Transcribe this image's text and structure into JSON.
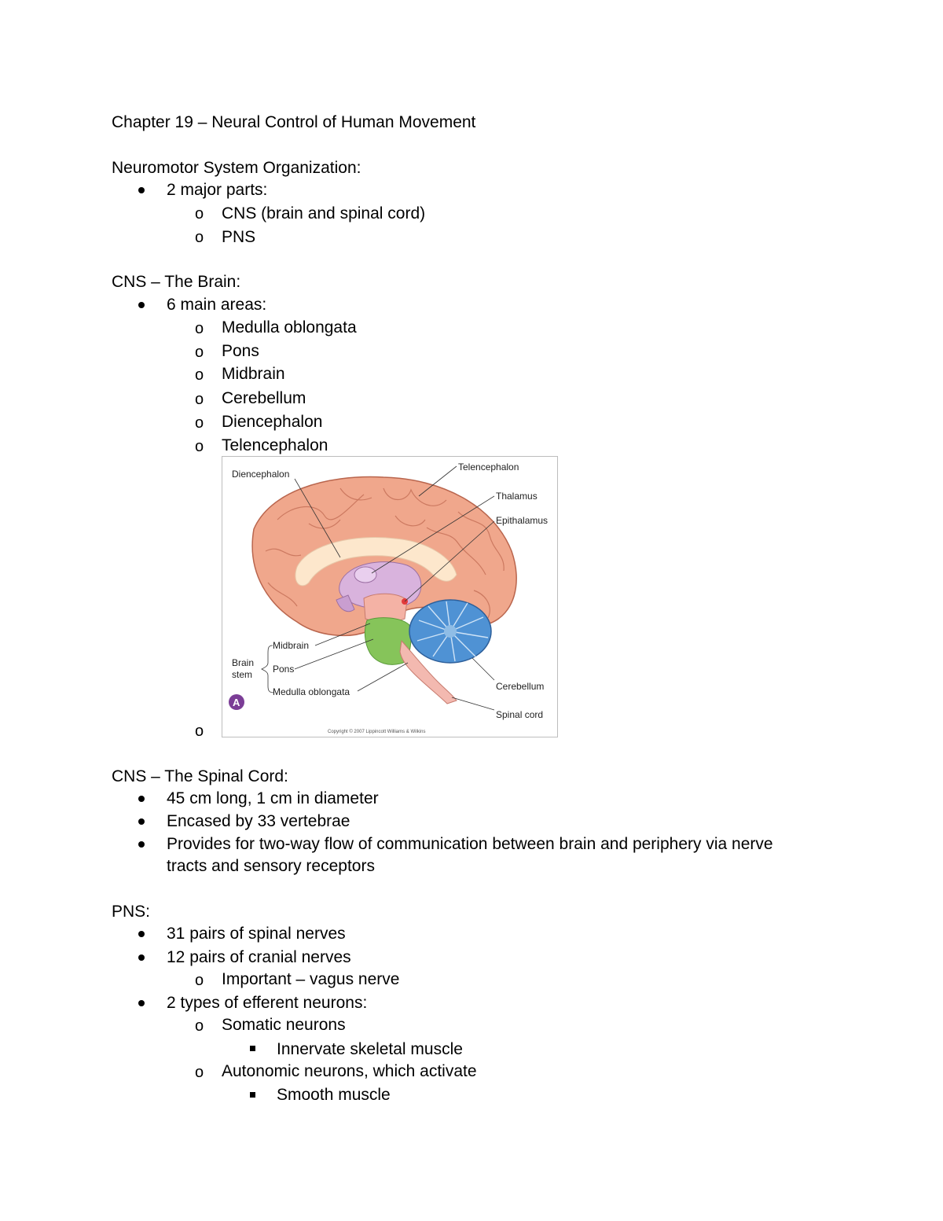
{
  "title": "Chapter 19 – Neural Control of Human Movement",
  "organization": {
    "heading": "Neuromotor System Organization:",
    "item1": "2 major parts:",
    "sub1": "CNS (brain and spinal cord)",
    "sub2": "PNS"
  },
  "brain": {
    "heading": "CNS – The Brain:",
    "item1": "6 main areas:",
    "areas": [
      "Medulla oblongata",
      "Pons",
      "Midbrain",
      "Cerebellum",
      "Diencephalon",
      "Telencephalon"
    ],
    "figure": {
      "labels": {
        "diencephalon": "Diencephalon",
        "telencephalon": "Telencephalon",
        "thalamus": "Thalamus",
        "epithalamus": "Epithalamus",
        "midbrain": "Midbrain",
        "brain": "Brain",
        "stem": "stem",
        "pons": "Pons",
        "medulla": "Medulla oblongata",
        "cerebellum": "Cerebellum",
        "spinal_cord": "Spinal cord",
        "panel": "A"
      },
      "copyright": "Copyright © 2007 Lippincott Williams & Wilkins",
      "colors": {
        "cortex": "#f0a78c",
        "white_matter": "#fde7cc",
        "diencephalon": "#d9b3dd",
        "midbrain": "#f4b2a5",
        "pons": "#86c45a",
        "medulla": "#f3b9b0",
        "cerebellum": "#4f92d4",
        "panel_badge": "#7b3d96"
      }
    }
  },
  "spinal": {
    "heading": "CNS – The Spinal Cord:",
    "items": [
      "45 cm long, 1 cm in diameter",
      "Encased by 33 vertebrae",
      "Provides for two-way flow of communication between brain and periphery via nerve",
      "tracts and sensory receptors"
    ]
  },
  "pns": {
    "heading": "PNS:",
    "item1": "31 pairs of spinal nerves",
    "item2": "12 pairs of cranial nerves",
    "item2_sub": "Important – vagus nerve",
    "item3": "2 types of efferent neurons:",
    "somatic": "Somatic neurons",
    "somatic_sub": "Innervate skeletal muscle",
    "autonomic": "Autonomic neurons, which activate",
    "autonomic_sub": "Smooth muscle"
  }
}
